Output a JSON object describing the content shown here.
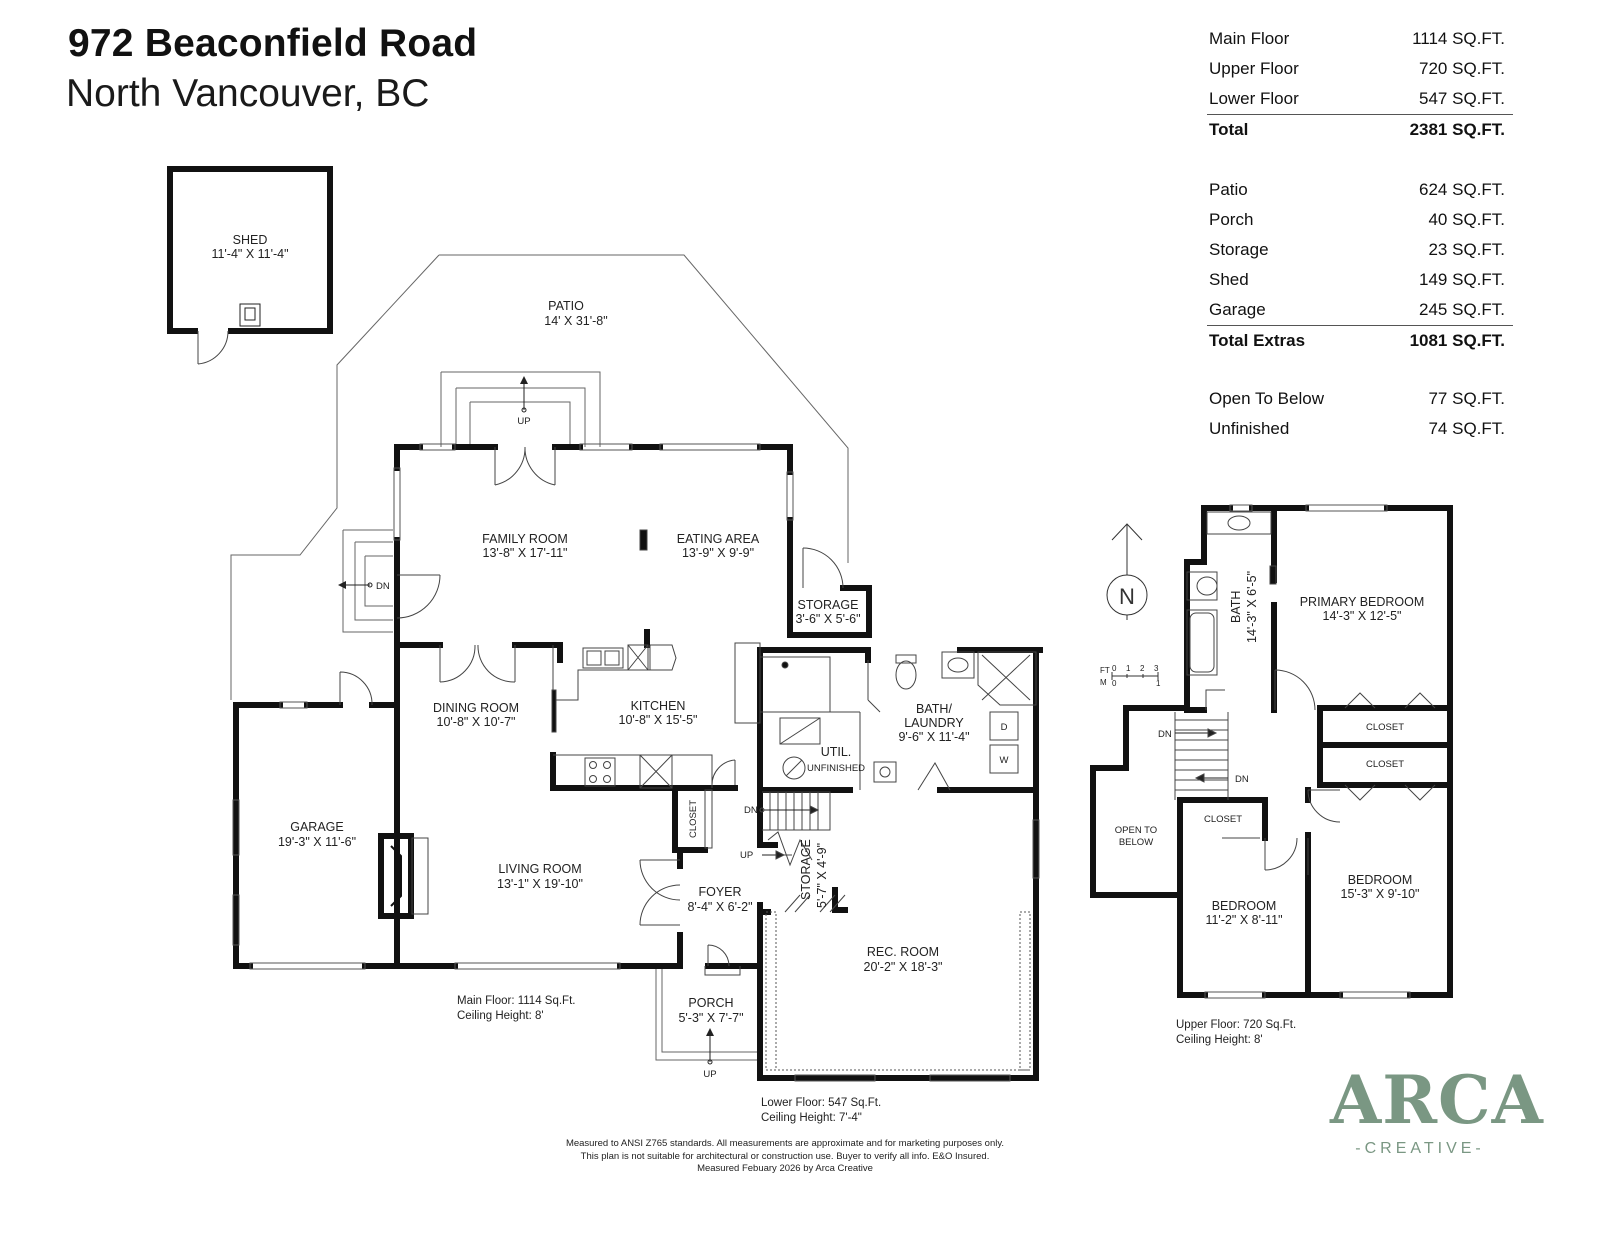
{
  "header": {
    "address": "972 Beaconfield Road",
    "city": "North Vancouver, BC"
  },
  "stats": {
    "floors": [
      {
        "label": "Main Floor",
        "value": "1114 SQ.FT."
      },
      {
        "label": "Upper Floor",
        "value": "720 SQ.FT."
      },
      {
        "label": "Lower Floor",
        "value": "547 SQ.FT."
      }
    ],
    "total": {
      "label": "Total",
      "value": "2381 SQ.FT."
    },
    "extras": [
      {
        "label": "Patio",
        "value": "624 SQ.FT."
      },
      {
        "label": "Porch",
        "value": "40 SQ.FT."
      },
      {
        "label": "Storage",
        "value": "23 SQ.FT."
      },
      {
        "label": "Shed",
        "value": "149 SQ.FT."
      },
      {
        "label": "Garage",
        "value": "245 SQ.FT."
      }
    ],
    "total_extras": {
      "label": "Total Extras",
      "value": "1081 SQ.FT."
    },
    "other": [
      {
        "label": "Open To Below",
        "value": "77 SQ.FT."
      },
      {
        "label": "Unfinished",
        "value": "74 SQ.FT."
      }
    ]
  },
  "rooms": {
    "shed": {
      "name": "SHED",
      "dim": "11'-4\" X 11'-4\""
    },
    "patio": {
      "name": "PATIO",
      "dim": "14' X 31'-8\""
    },
    "family_room": {
      "name": "FAMILY ROOM",
      "dim": "13'-8\" X 17'-11\""
    },
    "eating_area": {
      "name": "EATING AREA",
      "dim": "13'-9\" X 9'-9\""
    },
    "storage_main": {
      "name": "STORAGE",
      "dim": "3'-6\" X 5'-6\""
    },
    "dining_room": {
      "name": "DINING ROOM",
      "dim": "10'-8\" X 10'-7\""
    },
    "kitchen": {
      "name": "KITCHEN",
      "dim": "10'-8\" X 15'-5\""
    },
    "bath_laundry": {
      "name1": "BATH/",
      "name2": "LAUNDRY",
      "dim": "9'-6\" X 11'-4\""
    },
    "util": {
      "name": "UTIL.",
      "note": "UNFINISHED"
    },
    "garage": {
      "name": "GARAGE",
      "dim": "19'-3\" X 11'-6\""
    },
    "living_room": {
      "name": "LIVING ROOM",
      "dim": "13'-1\" X 19'-10\""
    },
    "foyer": {
      "name": "FOYER",
      "dim": "8'-4\" X 6'-2\""
    },
    "storage_lower": {
      "name": "STORAGE",
      "dim": "5'-7\" X 4'-9\""
    },
    "rec_room": {
      "name": "REC. ROOM",
      "dim": "20'-2\" X 18'-3\""
    },
    "porch": {
      "name": "PORCH",
      "dim": "5'-3\" X 7'-7\""
    },
    "closet_main": "CLOSET",
    "bath_upper": {
      "name": "BATH",
      "dim": "14'-3\" X 6'-5\""
    },
    "primary_bedroom": {
      "name": "PRIMARY BEDROOM",
      "dim": "14'-3\" X 12'-5\""
    },
    "closet_u1": "CLOSET",
    "closet_u2": "CLOSET",
    "closet_u3": "CLOSET",
    "open_to_below": {
      "line1": "OPEN TO",
      "line2": "BELOW"
    },
    "bedroom_1": {
      "name": "BEDROOM",
      "dim": "11'-2\" X 8'-11\""
    },
    "bedroom_2": {
      "name": "BEDROOM",
      "dim": "15'-3\" X 9'-10\""
    }
  },
  "markers": {
    "up": "UP",
    "dn": "DN",
    "d": "D",
    "w": "W",
    "north": "N",
    "scale_ft": "FT",
    "scale_m": "M",
    "scale_ft_ticks": [
      "0",
      "1",
      "2",
      "3"
    ],
    "scale_m_ticks": [
      "0",
      "1"
    ]
  },
  "notes": {
    "main_floor": "Main Floor: 1114 Sq.Ft.",
    "main_ceiling": "Ceiling Height: 8'",
    "lower_floor": "Lower Floor: 547 Sq.Ft.",
    "lower_ceiling": "Ceiling Height: 7'-4\"",
    "upper_floor": "Upper Floor: 720 Sq.Ft.",
    "upper_ceiling": "Ceiling Height: 8'"
  },
  "disclaimer": {
    "line1": "Measured to ANSI Z765 standards. All measurements are approximate and for marketing purposes only.",
    "line2": "This plan is not suitable for architectural or construction use. Buyer to verify all info. E&O Insured.",
    "line3": "Measured Febuary 2026 by Arca Creative"
  },
  "logo": {
    "name": "ARCA",
    "tagline": "-CREATIVE-"
  },
  "colors": {
    "walls": "#111111",
    "brand": "#7a9783"
  }
}
